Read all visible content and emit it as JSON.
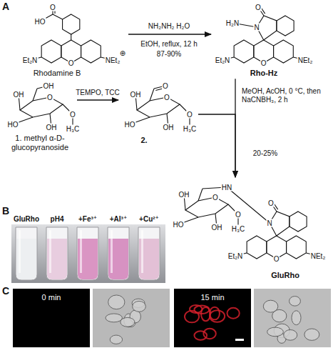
{
  "diagram": {
    "nodes": [
      {
        "text": [
          "Rhodamine B"
        ]
      },
      {
        "text": [
          "Rho-Hz"
        ]
      },
      {
        "text": [
          "1. methyl α-D-glucopyranoside"
        ]
      },
      {
        "text": [
          "2."
        ]
      },
      {
        "text": [
          "GluRho"
        ]
      }
    ],
    "edges": [
      {
        "from": 0,
        "to": 1,
        "arrow": "to",
        "label": "NH₂NH₂ H₂O"
      },
      {
        "from": 2,
        "to": 3,
        "arrow": "to",
        "label": "TEMPO, TCC"
      },
      {
        "from": 1,
        "to": 4,
        "arrow": "to",
        "label": "MeOH, AcOH, 0 °C, then NaCNBH₃, 2 h"
      },
      {
        "from": 3,
        "to": 4,
        "arrow": "to"
      }
    ],
    "labels": [
      "A",
      "EtOH, reflux, 12 h",
      "87-90%",
      "20-25%",
      "B",
      "C",
      "GluRho",
      "pH4",
      "+Fe³⁺",
      "+Al³⁺",
      "+Cu²⁺",
      "0 min",
      "15 min",
      "HO",
      "O",
      "Et₂N",
      "O",
      "NEt₂",
      "⊕",
      "H₂N",
      "N",
      "O",
      "Et₂N",
      "O",
      "NEt₂",
      "OH",
      "HO",
      "OH",
      "O",
      "O",
      "H₃C",
      "OH",
      "OH",
      "HO",
      "OH",
      "O",
      "O",
      "H₃C",
      "O",
      "OH",
      "HO",
      "OH",
      "O",
      "O",
      "H₃C",
      "HN",
      "N",
      "O",
      "Et₂N",
      "O",
      "NEt₂"
    ]
  }
}
